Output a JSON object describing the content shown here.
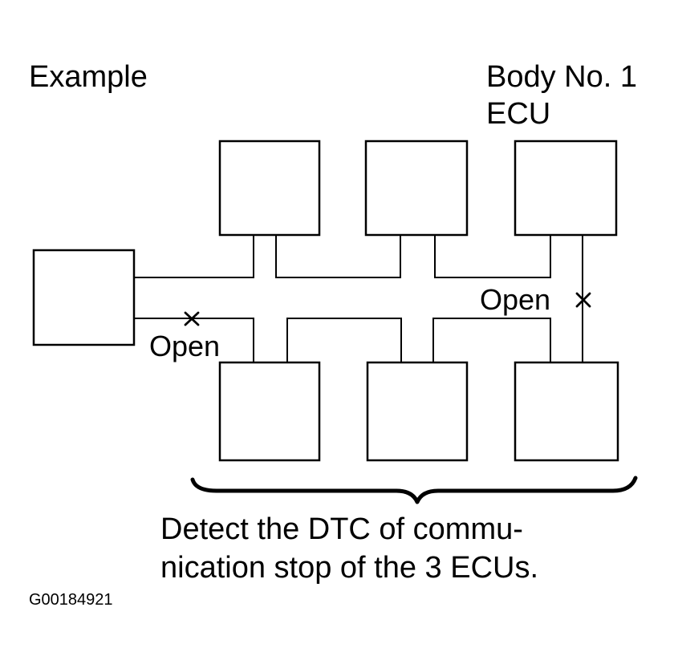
{
  "diagram": {
    "labels": {
      "example": "Example",
      "body_ecu_line1": "Body No. 1",
      "body_ecu_line2": "ECU",
      "open_right": "Open",
      "open_left": "Open",
      "caption_line1": "Detect the DTC of commu-",
      "caption_line2": "nication stop of the 3 ECUs.",
      "figure_code": "G00184921"
    },
    "ecus": [
      {
        "id": "left-ecu"
      },
      {
        "id": "top-ecu-1"
      },
      {
        "id": "top-ecu-2"
      },
      {
        "id": "body-no1-ecu"
      },
      {
        "id": "bottom-ecu-1"
      },
      {
        "id": "bottom-ecu-2"
      },
      {
        "id": "bottom-ecu-3"
      }
    ],
    "open_points": [
      "left-ecu bus line",
      "body-no1-ecu to bottom-ecu-3 line"
    ],
    "detected_ecus": [
      "bottom-ecu-1",
      "bottom-ecu-2",
      "bottom-ecu-3"
    ]
  }
}
